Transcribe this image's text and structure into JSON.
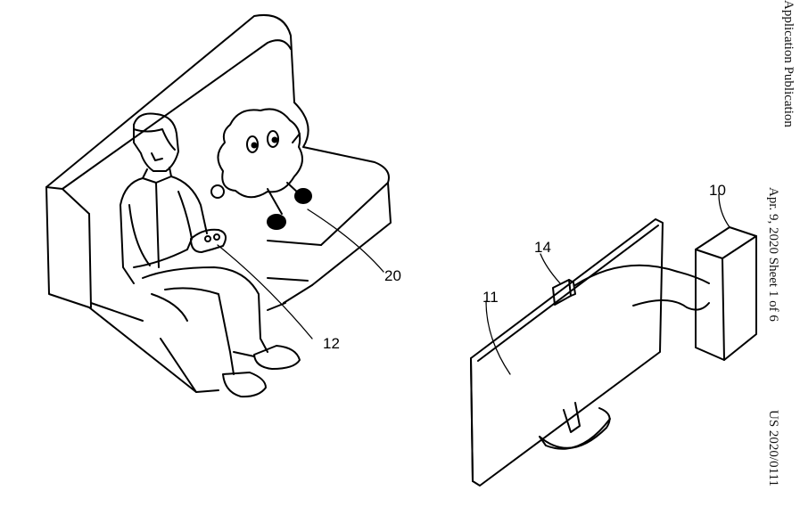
{
  "figure": {
    "labels": {
      "console": "10",
      "display": "11",
      "controller": "12",
      "camera": "14",
      "robot": "20"
    }
  },
  "side_header": {
    "line1": "Application Publication",
    "line2": "Apr. 9, 2020  Sheet 1 of 6",
    "line3": "US 2020/0111"
  }
}
